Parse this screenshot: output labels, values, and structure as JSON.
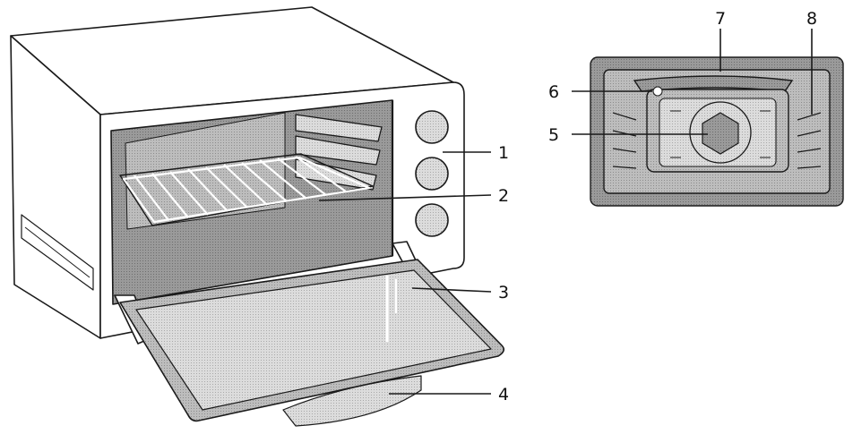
{
  "callouts": {
    "c1": "1",
    "c2": "2",
    "c3": "3",
    "c4": "4",
    "c5": "5",
    "c6": "6",
    "c7": "7",
    "c8": "8"
  },
  "colors": {
    "line": "#1a1a1a",
    "shade_dark": "#8a8a8a",
    "shade_mid": "#b3b3b3",
    "shade_light": "#d4d4d4",
    "body_white": "#ffffff"
  }
}
